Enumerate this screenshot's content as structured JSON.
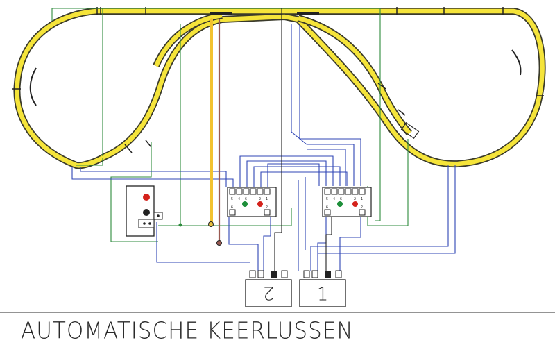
{
  "diagram": {
    "title": "AUTOMATISCHE KEERLUSSEN",
    "units": [
      {
        "label": "1",
        "label_rotation": 0
      },
      {
        "label": "2",
        "label_rotation": 180
      }
    ],
    "relay_pin_labels": [
      "5",
      "4",
      "6",
      "2",
      "1"
    ],
    "relay_lower_labels": [
      "6",
      "",
      "",
      "",
      "2"
    ],
    "colors": {
      "track": "#f5e43a",
      "track_outline": "#3a3a2a",
      "feed_wire": "#2e8b3d",
      "control_wire": "#2f45b5",
      "power_wire": "#222222",
      "signal_red": "#d4221b",
      "signal_green": "#1e8f3a",
      "yellow_feeder": "#f2c230",
      "brown_feeder": "#9a5a52"
    },
    "icons": [
      "track-loop",
      "relay-module",
      "signal-panel",
      "controller-unit",
      "signal-lamp-red",
      "signal-lamp-green"
    ]
  }
}
